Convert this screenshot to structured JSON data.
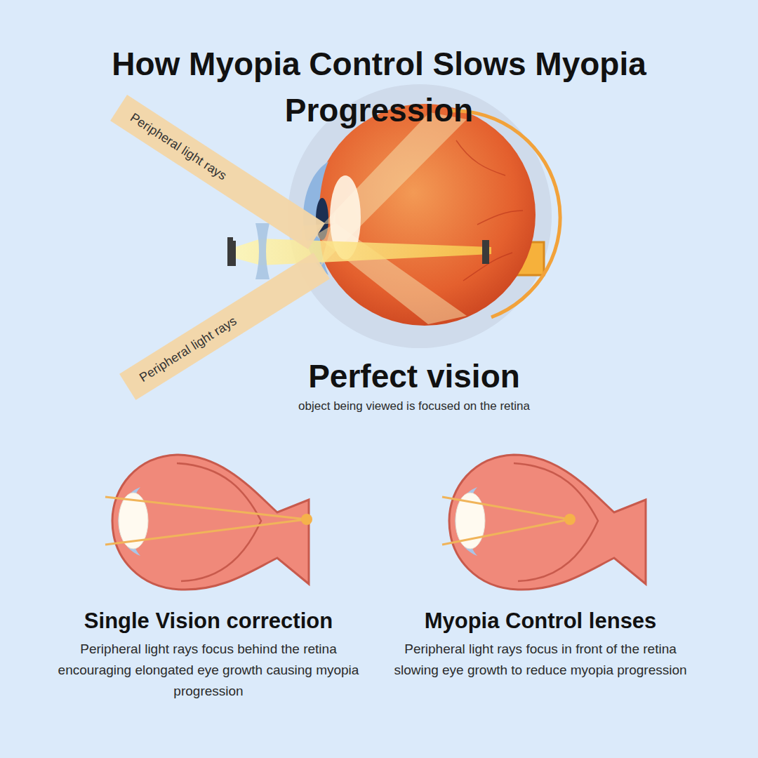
{
  "diagram": {
    "title": "How Myopia Control Slows Myopia Progression",
    "nodes": [
      {
        "text": [
          "Peripheral light rays"
        ]
      },
      {
        "text": [
          "Peripheral light rays"
        ]
      }
    ],
    "labels": [
      "Perfect vision",
      "object being viewed is focused on the retina",
      "Single Vision correction",
      "Peripheral light rays focus behind the retina encouraging elongated eye growth causing myopia progression",
      "Myopia Control lenses",
      "Peripheral light rays focus in front of the retina slowing eye growth to reduce myopia progression"
    ]
  }
}
